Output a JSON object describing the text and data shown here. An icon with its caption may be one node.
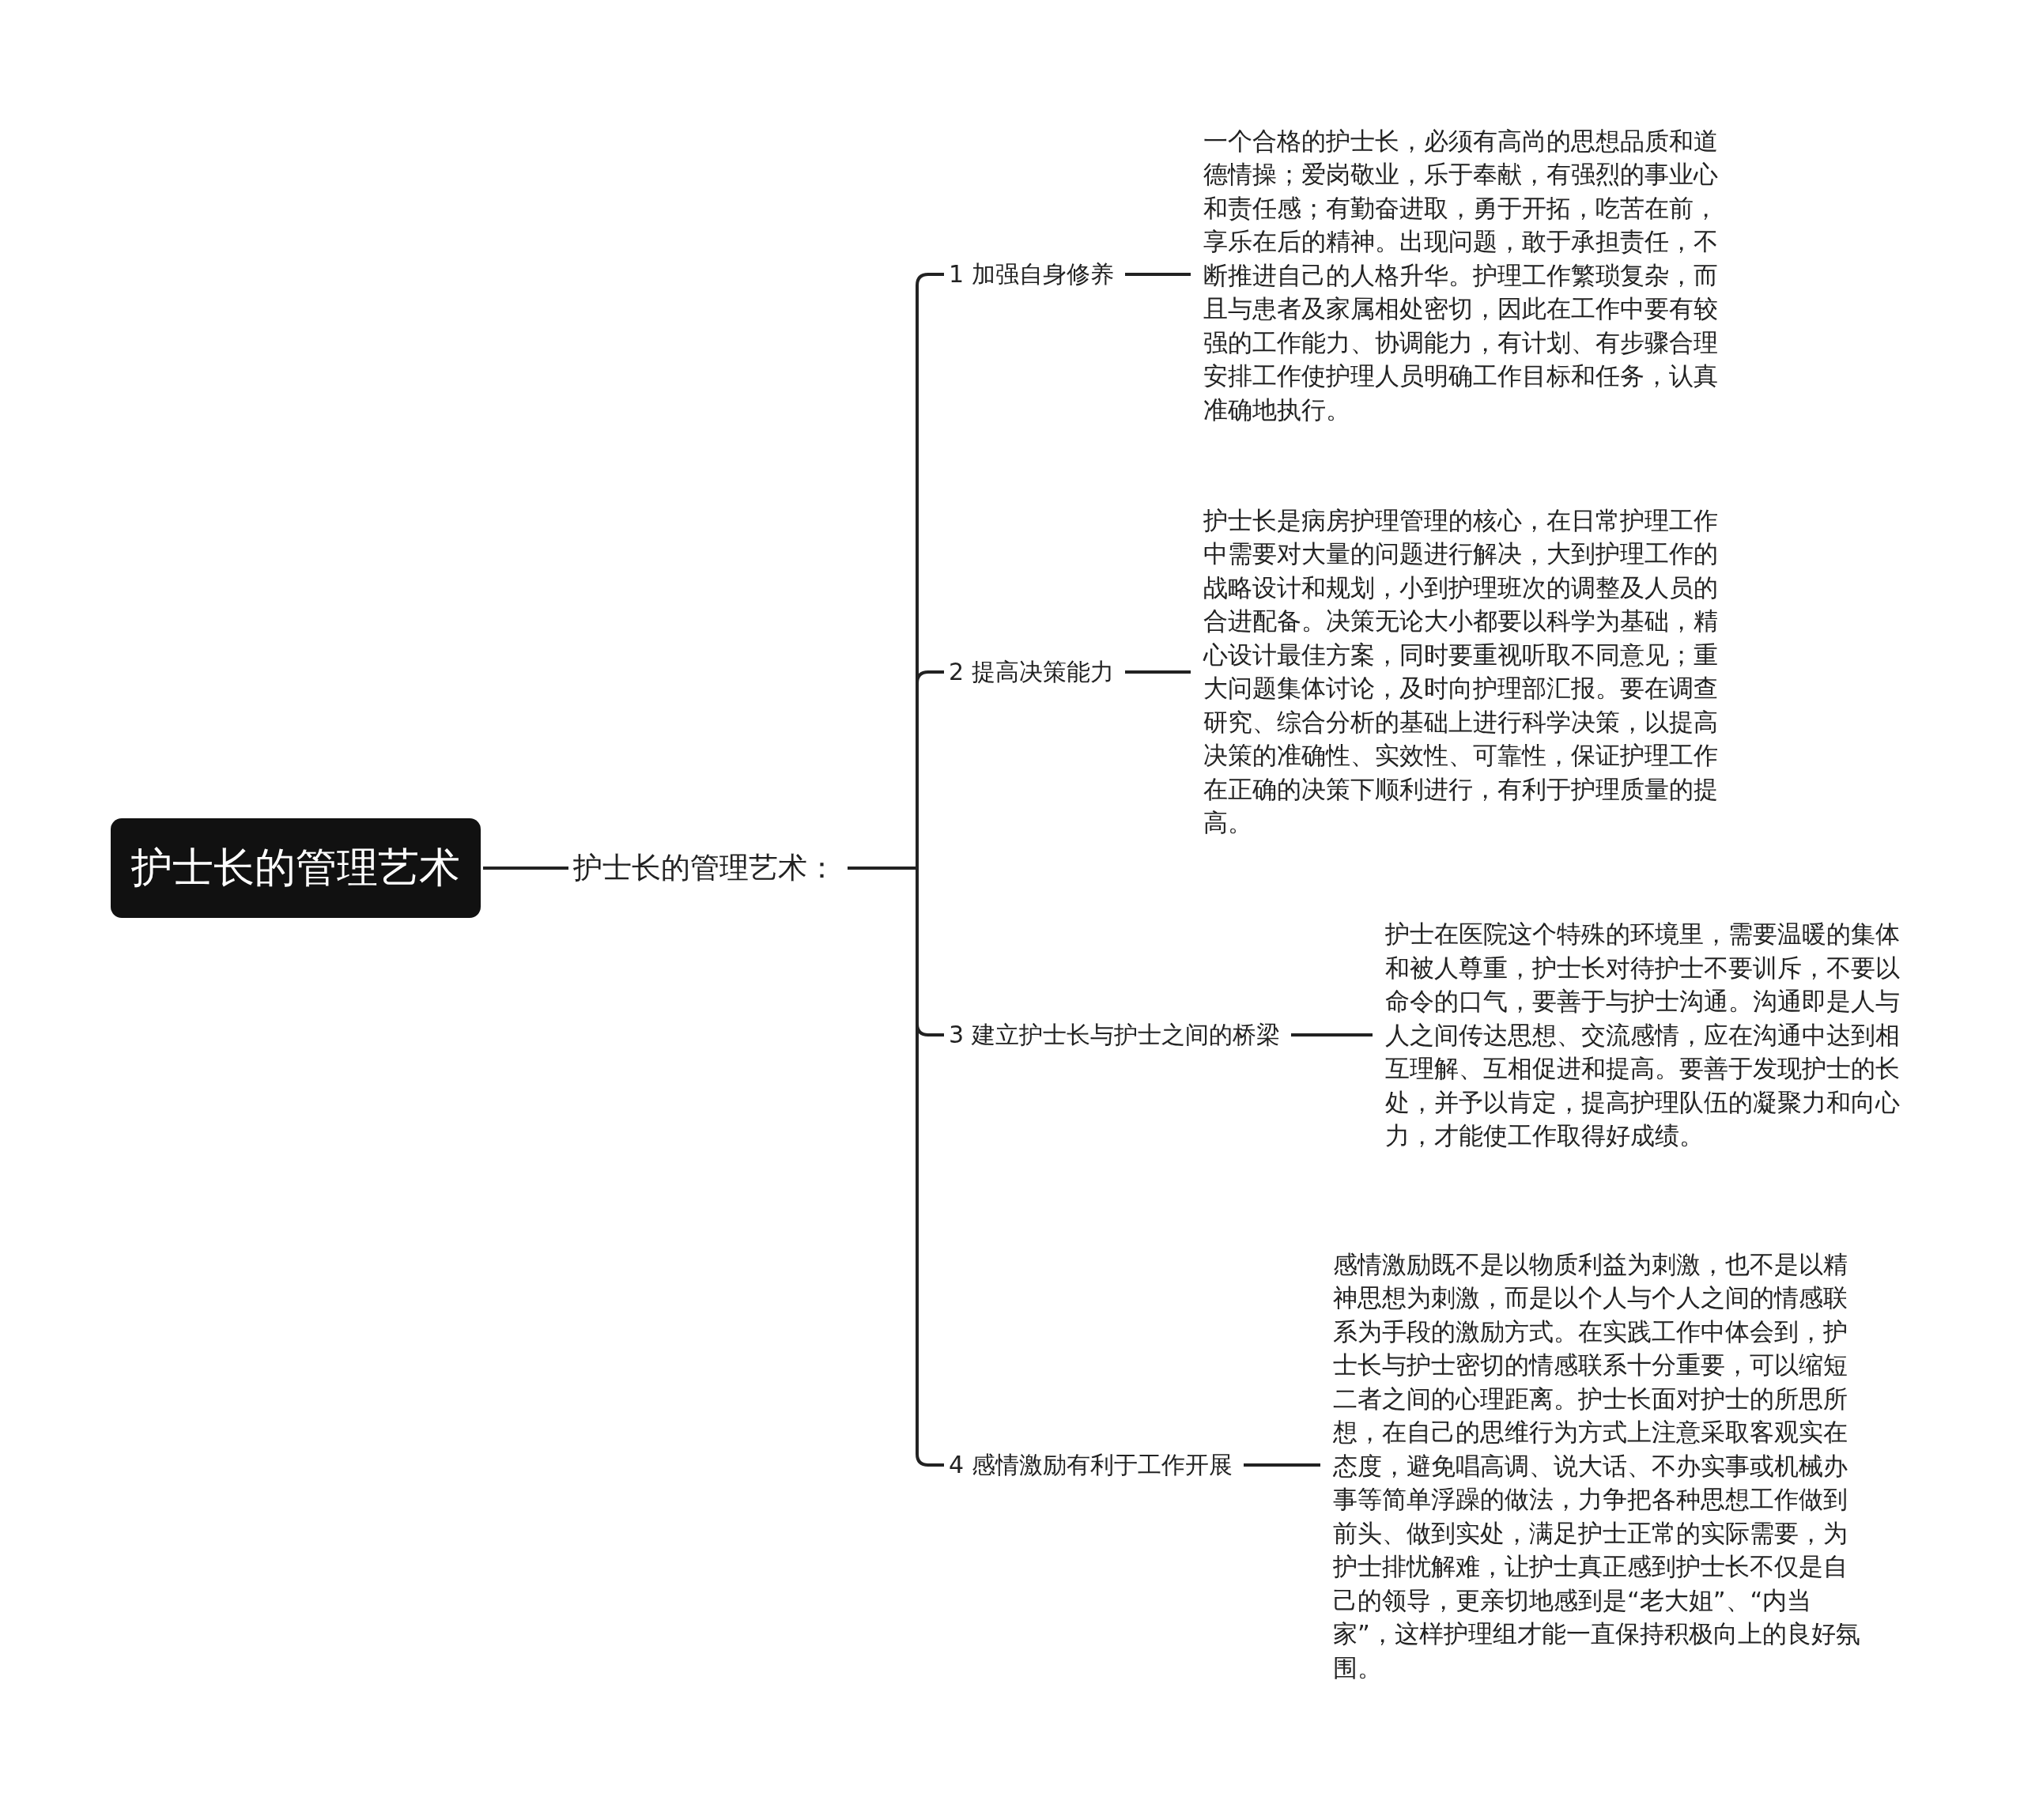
{
  "diagram": {
    "nodes": [
      {
        "text": [
          "护士长的管理艺术"
        ]
      },
      {
        "text": [
          "护士长的管理艺术："
        ]
      },
      {
        "text": [
          "1 加强自身修养"
        ]
      },
      {
        "text": [
          "一个合格的护士长，必须有高尚的思想品质和道德情操；爱岗敬业，乐于奉献，有强烈的事业心和责任感；有勤奋进取，勇于开拓，吃苦在前，享乐在后的精神。出现问题，敢于承担责任，不断推进自己的人格升华。护理工作繁琐复杂，而且与患者及家属相处密切，因此在工作中要有较强的工作能力、协调能力，有计划、有步骤合理安排工作使护理人员明确工作目标和任务，认真准确地执行。"
        ]
      },
      {
        "text": [
          "2 提高决策能力"
        ]
      },
      {
        "text": [
          "护士长是病房护理管理的核心，在日常护理工作中需要对大量的问题进行解决，大到护理工作的战略设计和规划，小到护理班次的调整及人员的合进配备。决策无论大小都要以科学为基础，精心设计最佳方案，同时要重视听取不同意见；重大问题集体讨论，及时向护理部汇报。要在调查研究、综合分析的基础上进行科学决策，以提高决策的准确性、实效性、可靠性，保证护理工作在正确的决策下顺利进行，有利于护理质量的提高。"
        ]
      },
      {
        "text": [
          "3 建立护士长与护士之间的桥梁"
        ]
      },
      {
        "text": [
          "护士在医院这个特殊的环境里，需要温暖的集体和被人尊重，护士长对待护士不要训斥，不要以命令的口气，要善于与护士沟通。沟通即是人与人之间传达思想、交流感情，应在沟通中达到相互理解、互相促进和提高。要善于发现护士的长处，并予以肯定，提高护理队伍的凝聚力和向心力，才能使工作取得好成绩。"
        ]
      },
      {
        "text": [
          "4 感情激励有利于工作开展"
        ]
      },
      {
        "text": [
          "感情激励既不是以物质利益为刺激，也不是以精神思想为刺激，而是以个人与个人之间的情感联系为手段的激励方式。在实践工作中体会到，护士长与护士密切的情感联系十分重要，可以缩短二者之间的心理距离。护士长面对护士的所思所想，在自己的思维行为方式上注意采取客观实在态度，避免唱高调、说大话、不办实事或机械办事等简单浮躁的做法，力争把各种思想工作做到前头、做到实处，满足护士正常的实际需要，为护士排忧解难，让护士真正感到护士长不仅是自己的领导，更亲切地感到是“老大姐”、“内当家”，这样护理组才能一直保持积极向上的良好氛围。"
        ]
      }
    ],
    "edges": [
      {
        "from": 0,
        "to": 1,
        "arrow": "none"
      },
      {
        "from": 1,
        "to": 2,
        "arrow": "none"
      },
      {
        "from": 2,
        "to": 3,
        "arrow": "none"
      },
      {
        "from": 1,
        "to": 4,
        "arrow": "none"
      },
      {
        "from": 4,
        "to": 5,
        "arrow": "none"
      },
      {
        "from": 1,
        "to": 6,
        "arrow": "none"
      },
      {
        "from": 6,
        "to": 7,
        "arrow": "none"
      },
      {
        "from": 1,
        "to": 8,
        "arrow": "none"
      },
      {
        "from": 8,
        "to": 9,
        "arrow": "none"
      }
    ]
  }
}
